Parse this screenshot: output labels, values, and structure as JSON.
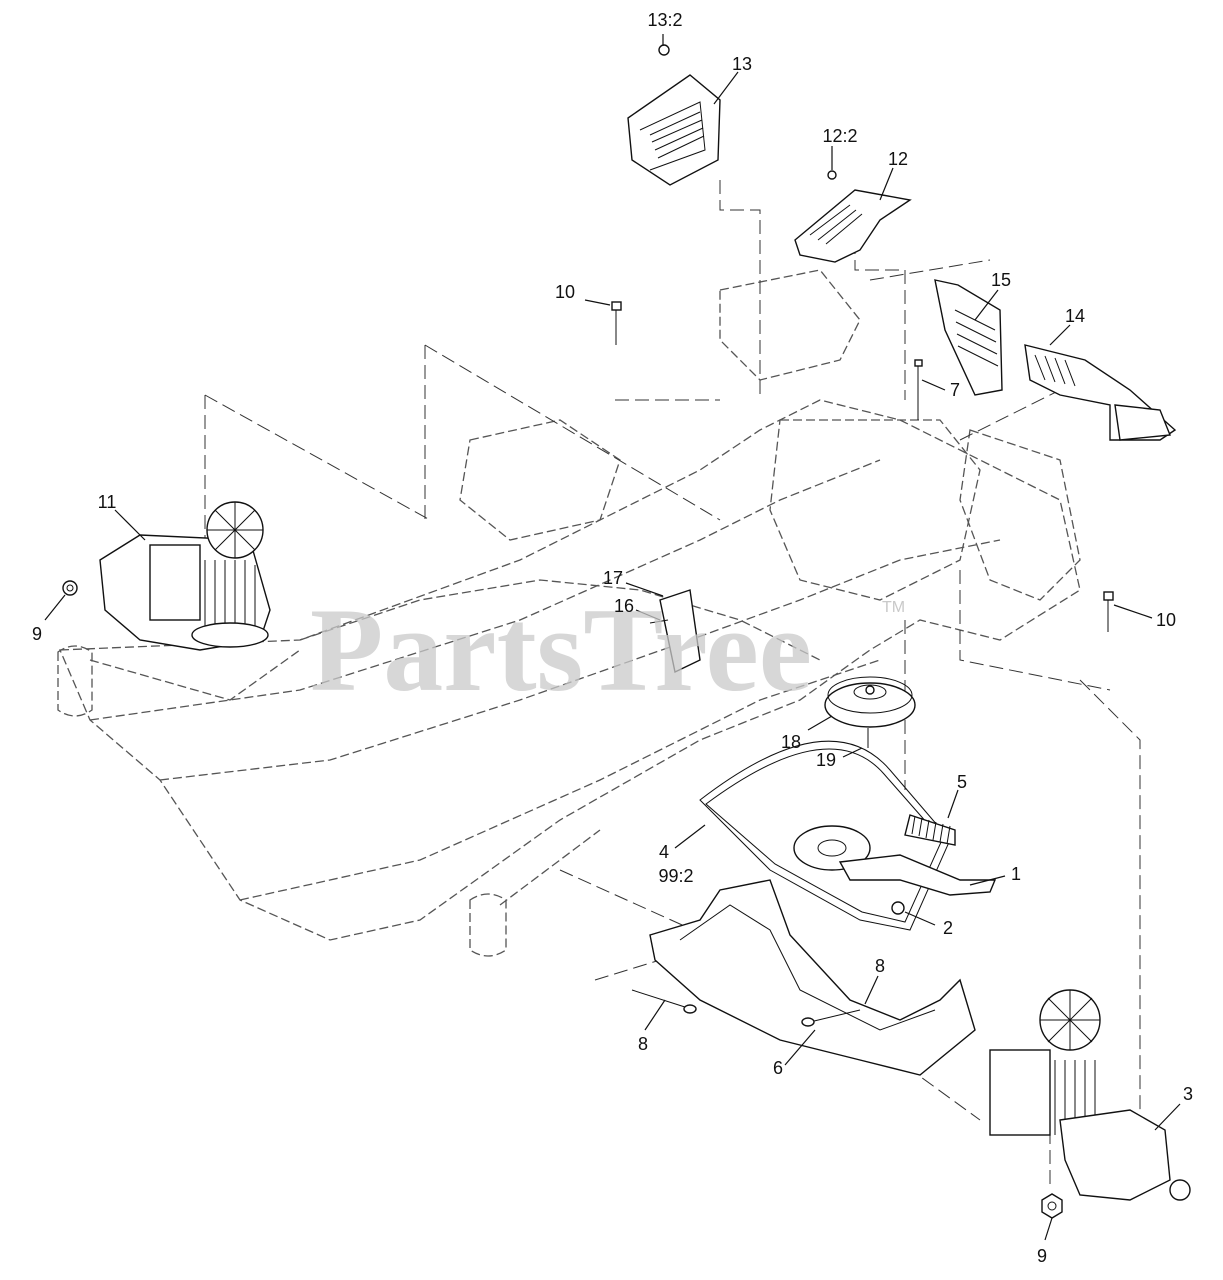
{
  "diagram": {
    "callouts": [
      {
        "id": "c13-2",
        "text": "13:2"
      },
      {
        "id": "c13",
        "text": "13"
      },
      {
        "id": "c12-2",
        "text": "12:2"
      },
      {
        "id": "c12",
        "text": "12"
      },
      {
        "id": "c10a",
        "text": "10"
      },
      {
        "id": "c15",
        "text": "15"
      },
      {
        "id": "c14",
        "text": "14"
      },
      {
        "id": "c7",
        "text": "7"
      },
      {
        "id": "c11",
        "text": "11"
      },
      {
        "id": "c9a",
        "text": "9"
      },
      {
        "id": "c17",
        "text": "17"
      },
      {
        "id": "c16",
        "text": "16"
      },
      {
        "id": "c10b",
        "text": "10"
      },
      {
        "id": "c18",
        "text": "18"
      },
      {
        "id": "c19",
        "text": "19"
      },
      {
        "id": "c5",
        "text": "5"
      },
      {
        "id": "c4",
        "text": "4"
      },
      {
        "id": "c99-2",
        "text": "99:2"
      },
      {
        "id": "c1",
        "text": "1"
      },
      {
        "id": "c2",
        "text": "2"
      },
      {
        "id": "c8a",
        "text": "8"
      },
      {
        "id": "c8b",
        "text": "8"
      },
      {
        "id": "c6",
        "text": "6"
      },
      {
        "id": "c3",
        "text": "3"
      },
      {
        "id": "c9b",
        "text": "9"
      }
    ],
    "watermark": {
      "text": "PartsTree",
      "trademark": "TM"
    }
  }
}
